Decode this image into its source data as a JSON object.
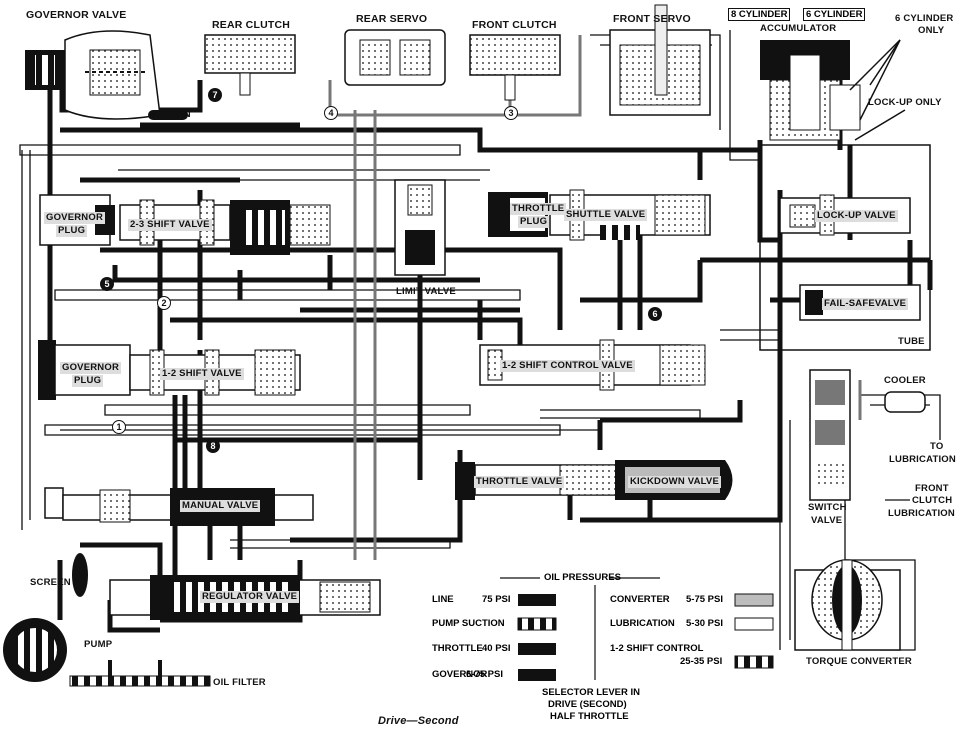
{
  "labels": {
    "governor_valve": "GOVERNOR VALVE",
    "rear_clutch": "REAR CLUTCH",
    "rear_servo": "REAR SERVO",
    "front_clutch": "FRONT CLUTCH",
    "front_servo": "FRONT SERVO",
    "eight_cylinder": "8 CYLINDER",
    "six_cylinder": "6 CYLINDER",
    "accumulator": "ACCUMULATOR",
    "six_cyl_only_1": "6 CYLINDER",
    "six_cyl_only_2": "ONLY",
    "lock_up_only": "LOCK-UP ONLY",
    "screen_top": "SCREEN",
    "governor_plug_top_1": "GOVERNOR",
    "governor_plug_top_2": "PLUG",
    "shift_2_3": "2-3 SHIFT VALVE",
    "limit_valve": "LIMIT VALVE",
    "throttle_plug_1": "THROTTLE",
    "throttle_plug_2": "PLUG",
    "shuttle_valve": "SHUTTLE VALVE",
    "lock_up_valve": "LOCK-UP VALVE",
    "fail_safe_valve": "FAIL-SAFEVALVE",
    "tube": "TUBE",
    "governor_plug_mid_1": "GOVERNOR",
    "governor_plug_mid_2": "PLUG",
    "shift_1_2": "1-2 SHIFT VALVE",
    "shift_1_2_control": "1-2 SHIFT CONTROL VALVE",
    "cooler": "COOLER",
    "to_lubrication_1": "TO",
    "to_lubrication_2": "LUBRICATION",
    "throttle_valve": "THROTTLE VALVE",
    "kickdown_valve": "KICKDOWN VALVE",
    "front_clutch_lub_1": "FRONT",
    "front_clutch_lub_2": "CLUTCH",
    "front_clutch_lub_3": "LUBRICATION",
    "manual_valve": "MANUAL VALVE",
    "switch_valve_1": "SWITCH",
    "switch_valve_2": "VALVE",
    "screen_bottom": "SCREEN",
    "regulator_valve": "REGULATOR VALVE",
    "pump": "PUMP",
    "oil_filter": "OIL FILTER",
    "torque_converter": "TORQUE CONVERTER",
    "selector_1": "SELECTOR LEVER IN",
    "selector_2": "DRIVE (SECOND)",
    "selector_3": "HALF THROTTLE",
    "caption": "Drive—Second"
  },
  "circle_numbers": {
    "n1": "1",
    "n2": "2",
    "n3": "3",
    "n4": "4",
    "n5": "5",
    "n6": "6",
    "n7": "7",
    "n8": "8"
  },
  "legend": {
    "title": "OIL PRESSURES",
    "left": [
      {
        "name": "LINE",
        "value": "75 PSI"
      },
      {
        "name": "PUMP SUCTION",
        "value": ""
      },
      {
        "name": "THROTTLE",
        "value": "40 PSI"
      },
      {
        "name": "GOVERNOR",
        "value": "6-75 PSI"
      }
    ],
    "right": [
      {
        "name": "CONVERTER",
        "value": "5-75 PSI"
      },
      {
        "name": "LUBRICATION",
        "value": "5-30 PSI"
      },
      {
        "name": "1-2 SHIFT CONTROL",
        "value": ""
      },
      {
        "name": "",
        "value": "25-35 PSI"
      }
    ]
  },
  "colors": {
    "line": "#111111",
    "converter": "#bdbdbd",
    "lubrication": "#ffffff"
  }
}
